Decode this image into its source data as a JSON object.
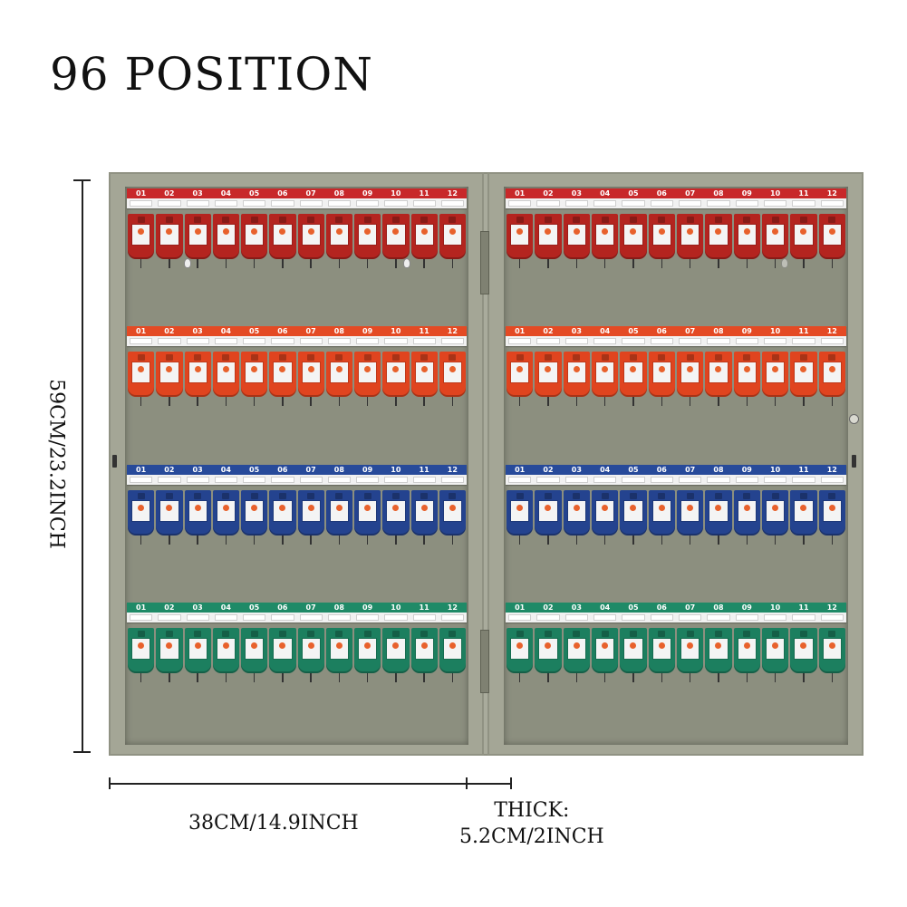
{
  "title": "96 POSITION",
  "dimensions": {
    "height_label": "59CM/23.2INCH",
    "width_label": "38CM/14.9INCH",
    "thick_label_1": "THICK:",
    "thick_label_2": "5.2CM/2INCH"
  },
  "cabinet": {
    "hooks_per_row": 12,
    "rows_per_door": 4,
    "doors": 2,
    "numbers": [
      "01",
      "02",
      "03",
      "04",
      "05",
      "06",
      "07",
      "08",
      "09",
      "10",
      "11",
      "12"
    ],
    "row_colors": [
      {
        "name": "red",
        "strip": "#c8282a",
        "tag": "#b4241f"
      },
      {
        "name": "orange",
        "strip": "#e44a24",
        "tag": "#e0441f"
      },
      {
        "name": "blue",
        "strip": "#274a9a",
        "tag": "#24438f"
      },
      {
        "name": "green",
        "strip": "#1f8a67",
        "tag": "#1c7f5f"
      }
    ],
    "body_color": "#a9ab9c"
  }
}
